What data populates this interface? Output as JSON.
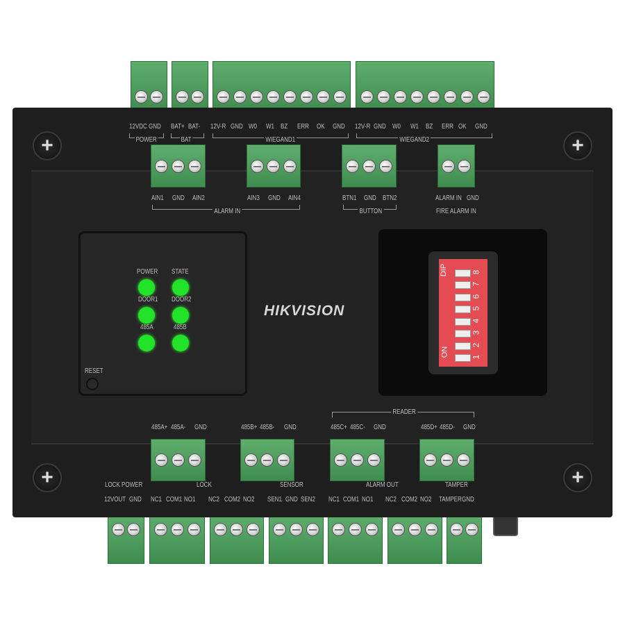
{
  "brand": "HIKVISION",
  "top_labels": [
    "12VDC",
    "GND",
    "BAT+",
    "BAT-",
    "12V-R",
    "GND",
    "W0",
    "W1",
    "BZ",
    "ERR",
    "OK",
    "GND",
    "12V-R",
    "GND",
    "W0",
    "W1",
    "BZ",
    "ERR",
    "OK",
    "GND"
  ],
  "top_groups": [
    "POWER",
    "BAT",
    "WIEGAND1",
    "WIEGAND2"
  ],
  "row2_labels": [
    "AIN1",
    "GND",
    "AIN2",
    "AIN3",
    "GND",
    "AIN4",
    "BTN1",
    "GND",
    "BTN2",
    "ALARM IN",
    "GND"
  ],
  "row2_groups": [
    "ALARM IN",
    "BUTTON",
    "FIRE ALARM IN"
  ],
  "leds": [
    "POWER",
    "STATE",
    "DOOR1",
    "DOOR2",
    "485A",
    "485B"
  ],
  "reset": "RESET",
  "dip": {
    "title": "DIP",
    "on": "ON",
    "numbers": [
      "1",
      "2",
      "3",
      "4",
      "5",
      "6",
      "7",
      "8"
    ]
  },
  "rs485_labels": [
    "485A+",
    "485A-",
    "GND",
    "485B+",
    "485B-",
    "GND",
    "485C+",
    "485C-",
    "GND",
    "485D+",
    "485D-",
    "GND"
  ],
  "rs485_group": "READER",
  "bottom_groups": [
    "LOCK POWER",
    "LOCK",
    "SENSOR",
    "ALARM OUT",
    "TAMPER"
  ],
  "bottom_labels": [
    "12VOUT",
    "GND",
    "NC1",
    "COM1",
    "NO1",
    "NC2",
    "COM2",
    "NO2",
    "SEN1",
    "GND",
    "SEN2",
    "NC1",
    "COM1",
    "NO1",
    "NC2",
    "COM2",
    "NO2",
    "TAMPER",
    "GND"
  ],
  "colors": {
    "terminal": "#4f9e5f",
    "led": "#22e22a",
    "dip": "#e44b52",
    "body": "#1e1e1e"
  }
}
